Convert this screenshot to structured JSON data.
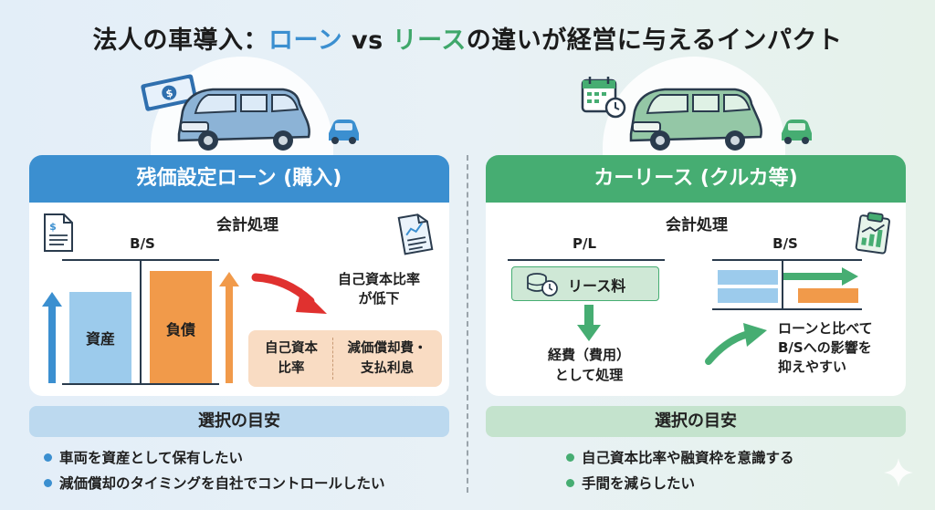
{
  "title": {
    "part1": "法人の車導入：",
    "loan": "ローン",
    "vs": " vs ",
    "lease": "リース",
    "part2": "の違いが経営に与えるインパクト"
  },
  "left": {
    "header": "残価設定ローン (購入)",
    "accounting": "会計処理",
    "bs_label": "B/S",
    "asset": "資産",
    "liability": "負債",
    "ratio_note_line1": "自己資本比率",
    "ratio_note_line2": "が低下",
    "box_left_line1": "自己資本",
    "box_left_line2": "比率",
    "box_right_line1": "減価償却費・",
    "box_right_line2": "支払利息",
    "guide_header": "選択の目安",
    "bullets": [
      "車両を資産として保有したい",
      "減価償却のタイミングを自社でコントロールしたい"
    ]
  },
  "right": {
    "header": "カーリース (クルカ等)",
    "accounting": "会計処理",
    "pl_label": "P/L",
    "bs_label": "B/S",
    "lease_fee": "リース料",
    "expense_line1": "経費（費用）",
    "expense_line2": "として処理",
    "compare_line1": "ローンと比べて",
    "compare_line2": "B/Sへの影響を",
    "compare_line3": "抑えやすい",
    "guide_header": "選択の目安",
    "bullets": [
      "自己資本比率や融資枠を意識する",
      "手間を減らしたい"
    ]
  },
  "colors": {
    "blue": "#3b8fd0",
    "green": "#46ad72",
    "orange": "#f19a4a",
    "red": "#e0312f",
    "light_blue": "#9ccbec",
    "light_orange": "#f9dcc3"
  }
}
